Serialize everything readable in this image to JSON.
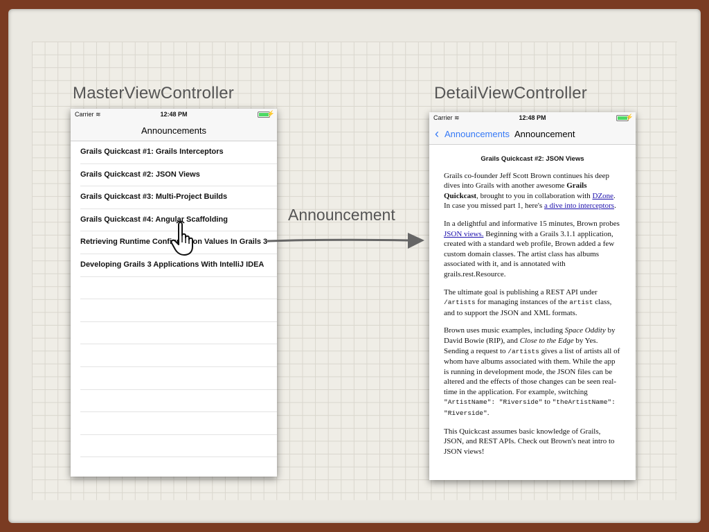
{
  "master": {
    "title": "MasterViewController",
    "status": {
      "carrier": "Carrier",
      "time": "12:48 PM"
    },
    "nav_title": "Announcements",
    "rows": [
      "Grails Quickcast #1: Grails Interceptors",
      "Grails Quickcast #2: JSON Views",
      "Grails Quickcast #3: Multi-Project Builds",
      "Grails Quickcast #4: Angular Scaffolding",
      "Retrieving Runtime Configuration Values In Grails 3",
      "Developing Grails 3 Applications With IntelliJ IDEA"
    ]
  },
  "segue": {
    "label": "Announcement"
  },
  "detail": {
    "title": "DetailViewController",
    "status": {
      "carrier": "Carrier",
      "time": "12:48 PM"
    },
    "back_label": "Announcements",
    "nav_title": "Announcement",
    "heading": "Grails Quickcast #2: JSON Views",
    "p1": {
      "a": "Grails co-founder Jeff Scott Brown continues his deep dives into Grails with another awesome ",
      "b": "Grails Quickcast",
      "c": ", brought to you in collaboration with ",
      "link1": "DZone",
      "d": ". In case you missed part 1, here's ",
      "link2": "a dive into interceptors",
      "e": "."
    },
    "p2": {
      "a": "In a delightful and informative 15 minutes, Brown probes ",
      "link": "JSON views.",
      "b": " Beginning with a Grails 3.1.1 application, created with a standard web profile, Brown added a few custom domain classes. The artist class has albums associated with it, and is annotated with grails.rest.Resource."
    },
    "p3": {
      "a": "The ultimate goal is publishing a REST API under ",
      "code1": "/artists",
      "b": " for managing instances of the ",
      "code2": "artist",
      "c": " class, and to support the JSON and XML formats."
    },
    "p4": {
      "a": "Brown uses music examples, including ",
      "i1": "Space Oddity",
      "b": " by David Bowie (RIP), and ",
      "i2": "Close to the Edge",
      "c": " by Yes. Sending a request to ",
      "code1": "/artists",
      "d": " gives a list of artists all of whom have albums associated with them. While the app is running in development mode, the JSON files can be altered and the effects of those changes can be seen real-time in the application. For example, switching ",
      "code2": "\"ArtistName\": \"Riverside\"",
      "e": " to ",
      "code3": "\"theArtistName\": \"Riverside\"",
      "f": "."
    },
    "p5": "This Quickcast assumes basic knowledge of Grails, JSON, and REST APIs. Check out Brown's neat intro to JSON views!"
  },
  "colors": {
    "ios_blue": "#3478f6",
    "battery": "#4cd964",
    "frame": "#7a3b22"
  }
}
